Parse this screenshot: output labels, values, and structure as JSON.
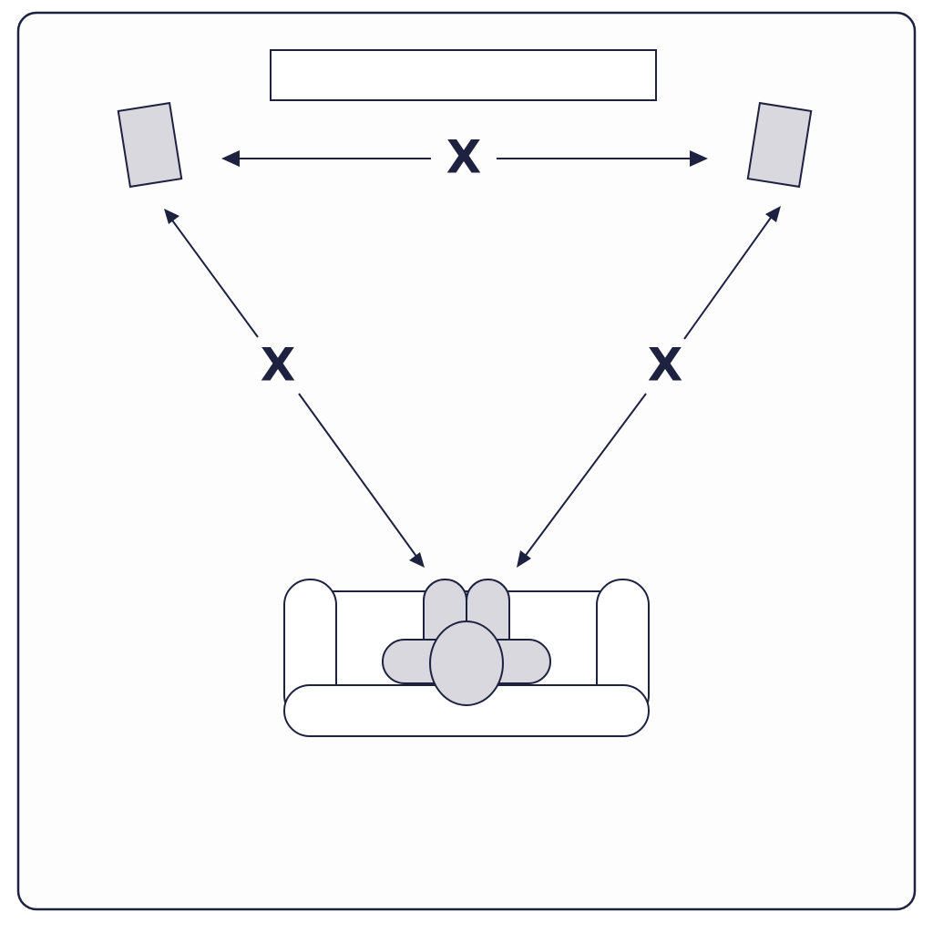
{
  "distance_labels": {
    "front": "X",
    "left": "X",
    "right": "X"
  },
  "colors": {
    "line": "#1e2140",
    "fill": "#d9d8df",
    "background": "#ffffff",
    "frame_fill": "#fdfdfe"
  },
  "icons": {
    "screen": "tv-screen",
    "left_speaker": "speaker",
    "right_speaker": "speaker",
    "couch": "sofa",
    "listener": "person-top-view"
  }
}
